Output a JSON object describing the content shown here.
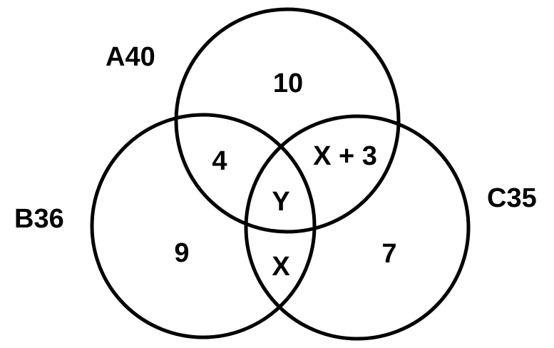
{
  "sets": {
    "a": {
      "label": "A40"
    },
    "b": {
      "label": "B36"
    },
    "c": {
      "label": "C35"
    }
  },
  "regions": {
    "a_only": "10",
    "a_and_b": "4",
    "a_and_c": "X + 3",
    "a_b_c": "Y",
    "b_only": "9",
    "b_and_c": "X",
    "c_only": "7"
  },
  "colors": {
    "stroke": "#000000",
    "background": "#ffffff"
  }
}
